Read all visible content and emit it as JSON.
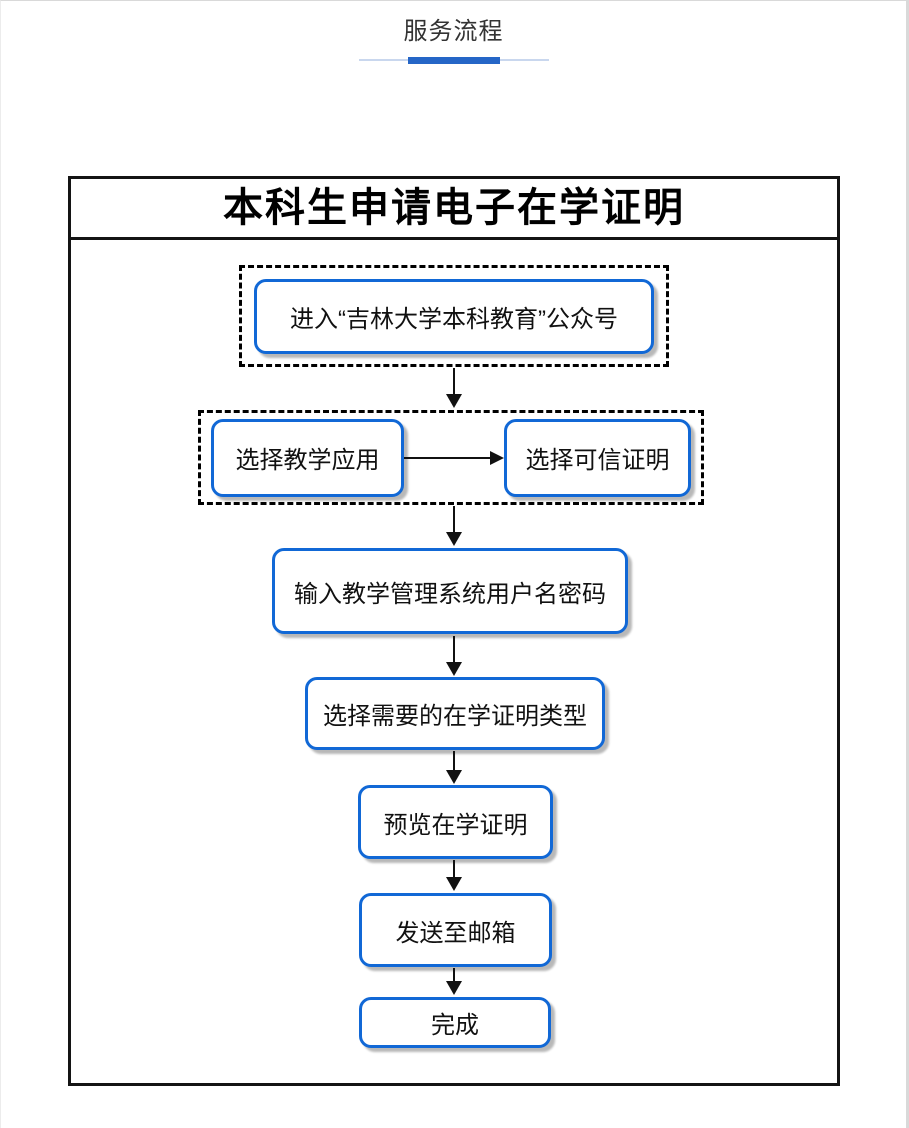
{
  "tab": {
    "label": "服务流程"
  },
  "diagram": {
    "title": "本科生申请电子在学证明",
    "steps": [
      {
        "label": "进入“吉林大学本科教育”公众号"
      },
      {
        "label": "选择教学应用"
      },
      {
        "label": "选择可信证明"
      },
      {
        "label": "输入教学管理系统用户名密码"
      },
      {
        "label": "选择需要的在学证明类型"
      },
      {
        "label": "预览在学证明"
      },
      {
        "label": "发送至邮箱"
      },
      {
        "label": "完成"
      }
    ]
  },
  "colors": {
    "tab_accent": "#2566c7",
    "tab_track": "#c9d7ee",
    "node_border": "#1168d6",
    "outline": "#141414"
  }
}
